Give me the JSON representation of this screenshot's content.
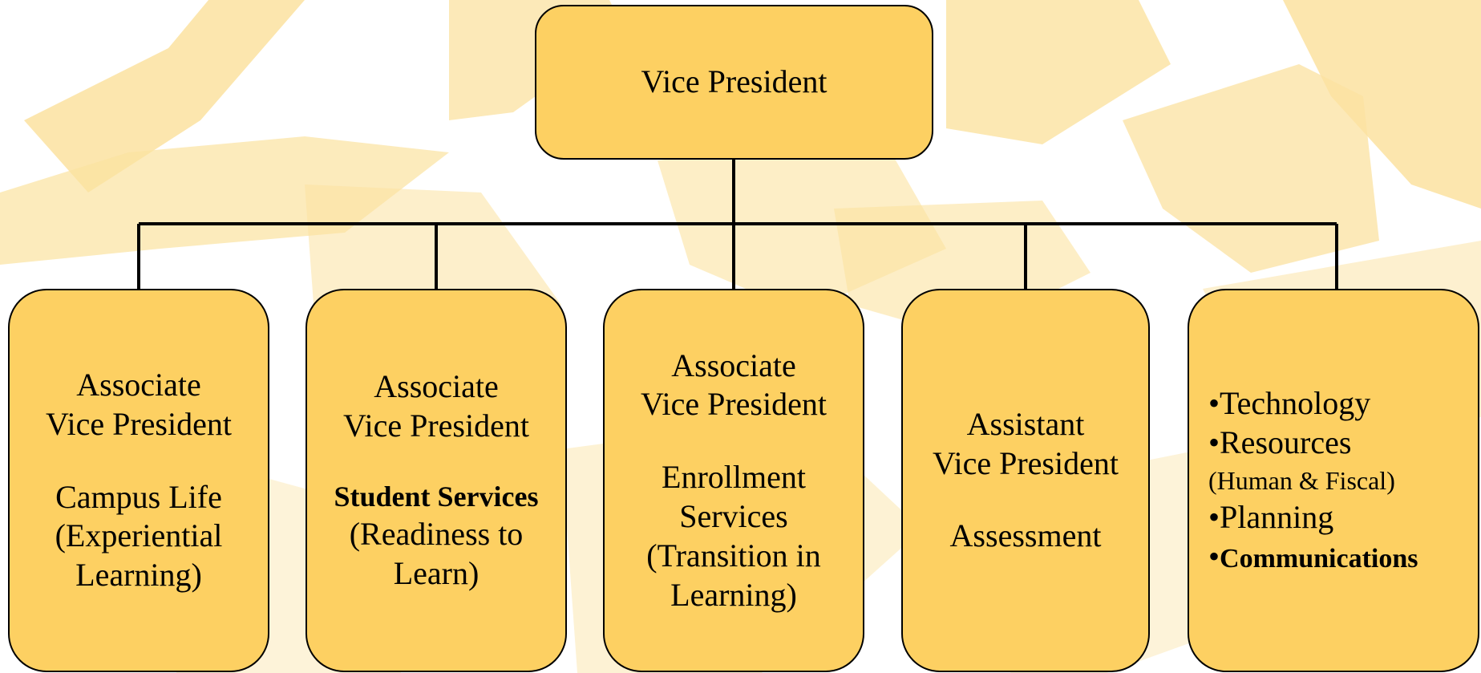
{
  "top": {
    "title": "Vice President"
  },
  "units": [
    {
      "role_line1": "Associate",
      "role_line2": "Vice President",
      "dept_lines": [
        "Campus Life",
        "(Experiential",
        "Learning)"
      ]
    },
    {
      "role_line1": "Associate",
      "role_line2": "Vice President",
      "dept_bold": "Student Services",
      "dept_lines": [
        "(Readiness to",
        "Learn)"
      ]
    },
    {
      "role_line1": "Associate",
      "role_line2": "Vice President",
      "dept_lines": [
        "Enrollment",
        "Services",
        "(Transition in",
        "Learning)"
      ]
    },
    {
      "role_line1": "Assistant",
      "role_line2": "Vice President",
      "dept_lines": [
        "Assessment"
      ]
    },
    {
      "bullets": [
        {
          "text": "•Technology"
        },
        {
          "text": "•Resources"
        },
        {
          "text": "(Human & Fiscal)"
        },
        {
          "text": "•Planning"
        },
        {
          "text": "•"
        },
        {
          "text": "Communications"
        }
      ]
    }
  ],
  "colors": {
    "node_fill": "#fdd062",
    "background_shape": "#fbe2a0",
    "connector": "#000000"
  }
}
